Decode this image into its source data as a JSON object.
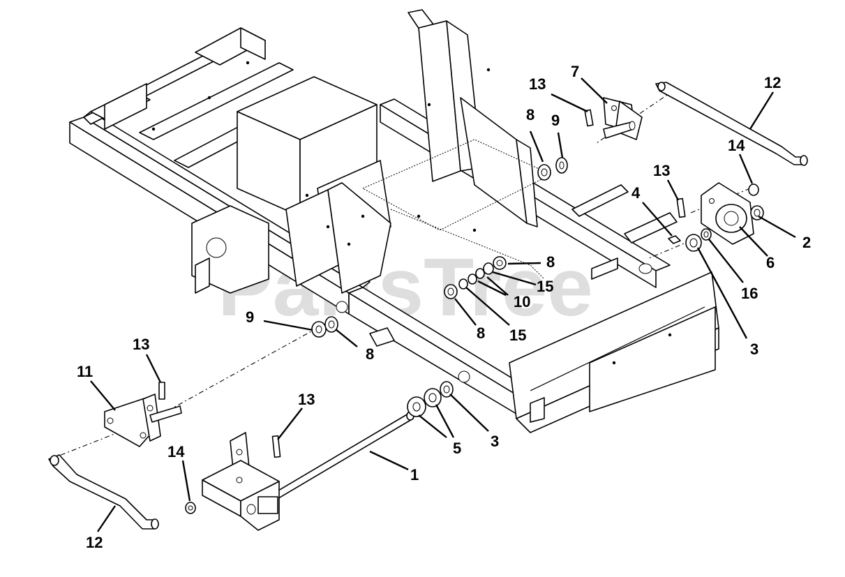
{
  "diagram": {
    "watermark": "PartsTree",
    "callouts": [
      {
        "id": "c1",
        "label": "1"
      },
      {
        "id": "c2",
        "label": "2"
      },
      {
        "id": "c3a",
        "label": "3"
      },
      {
        "id": "c3b",
        "label": "3"
      },
      {
        "id": "c4",
        "label": "4"
      },
      {
        "id": "c5",
        "label": "5"
      },
      {
        "id": "c6",
        "label": "6"
      },
      {
        "id": "c7",
        "label": "7"
      },
      {
        "id": "c8a",
        "label": "8"
      },
      {
        "id": "c8b",
        "label": "8"
      },
      {
        "id": "c8c",
        "label": "8"
      },
      {
        "id": "c8d",
        "label": "8"
      },
      {
        "id": "c9a",
        "label": "9"
      },
      {
        "id": "c9b",
        "label": "9"
      },
      {
        "id": "c10",
        "label": "10"
      },
      {
        "id": "c11",
        "label": "11"
      },
      {
        "id": "c12a",
        "label": "12"
      },
      {
        "id": "c12b",
        "label": "12"
      },
      {
        "id": "c13a",
        "label": "13"
      },
      {
        "id": "c13b",
        "label": "13"
      },
      {
        "id": "c13c",
        "label": "13"
      },
      {
        "id": "c13d",
        "label": "13"
      },
      {
        "id": "c14a",
        "label": "14"
      },
      {
        "id": "c14b",
        "label": "14"
      },
      {
        "id": "c15a",
        "label": "15"
      },
      {
        "id": "c15b",
        "label": "15"
      },
      {
        "id": "c16",
        "label": "16"
      }
    ]
  }
}
